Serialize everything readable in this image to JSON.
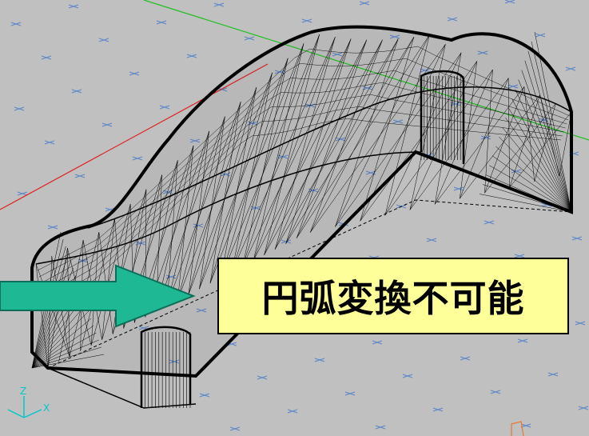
{
  "callout": {
    "text": "円弧変換不可能"
  },
  "axis_triad": {
    "z_label": "Z",
    "x_label": "X"
  },
  "colors": {
    "viewport_background": "#c0c0c0",
    "mesh_wire": "#000000",
    "grid_marker": "#5a86c6",
    "axis_red": "#e02020",
    "axis_green": "#20c020",
    "callout_fill": "#ffff99",
    "arrow_fill": "#1fb894",
    "arrow_stroke": "#0c6e58",
    "triad_color": "#00c8c8"
  },
  "icons": {
    "pointer_arrow": "right-arrow-icon",
    "axis_triad": "xyz-axis-triad-icon"
  }
}
